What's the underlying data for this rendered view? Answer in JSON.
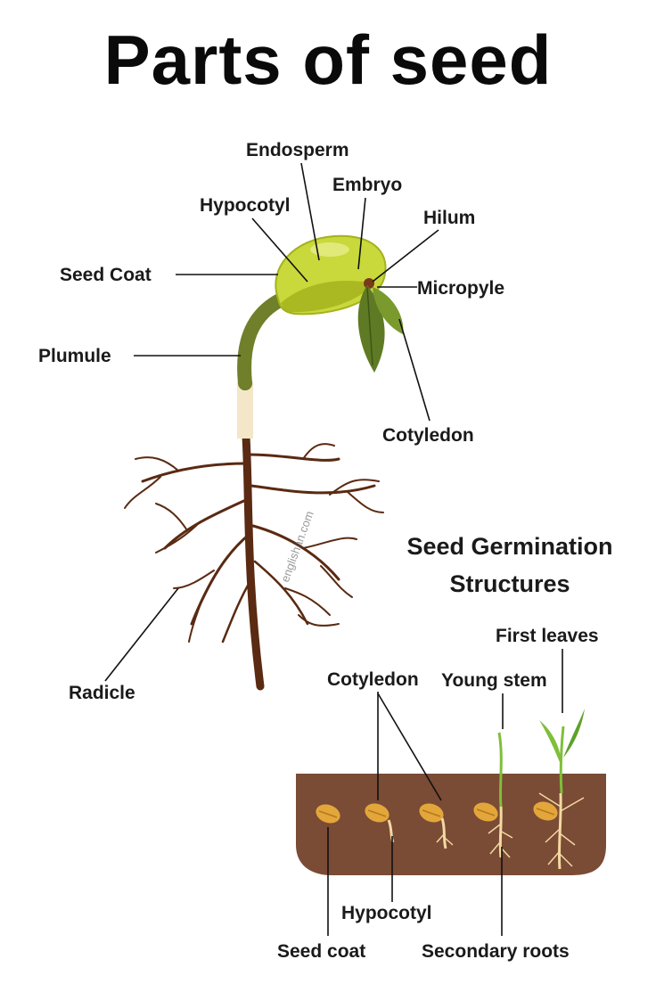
{
  "title": "Parts of seed",
  "watermark": "englishan.com",
  "seed_labels": {
    "endosperm": "Endosperm",
    "embryo": "Embryo",
    "hypocotyl": "Hypocotyl",
    "hilum": "Hilum",
    "seed_coat": "Seed Coat",
    "micropyle": "Micropyle",
    "plumule": "Plumule",
    "cotyledon": "Cotyledon",
    "radicle": "Radicle"
  },
  "germination": {
    "heading_line1": "Seed Germination",
    "heading_line2": "Structures",
    "labels": {
      "first_leaves": "First leaves",
      "cotyledon": "Cotyledon",
      "young_stem": "Young stem",
      "hypocotyl": "Hypocotyl",
      "seed_coat": "Seed coat",
      "secondary_roots": "Secondary roots"
    }
  },
  "colors": {
    "seed_green": "#c9d83a",
    "seed_dark": "#a3b21d",
    "stem_green": "#6f7f2a",
    "leaf_green": "#5f7a24",
    "root_brown": "#5a2a12",
    "hypocotyl_cream": "#f4e6c8",
    "soil": "#7a4b35",
    "seed_orange": "#e3a63a",
    "sprout_green": "#7fbf3a",
    "line": "#111111"
  }
}
